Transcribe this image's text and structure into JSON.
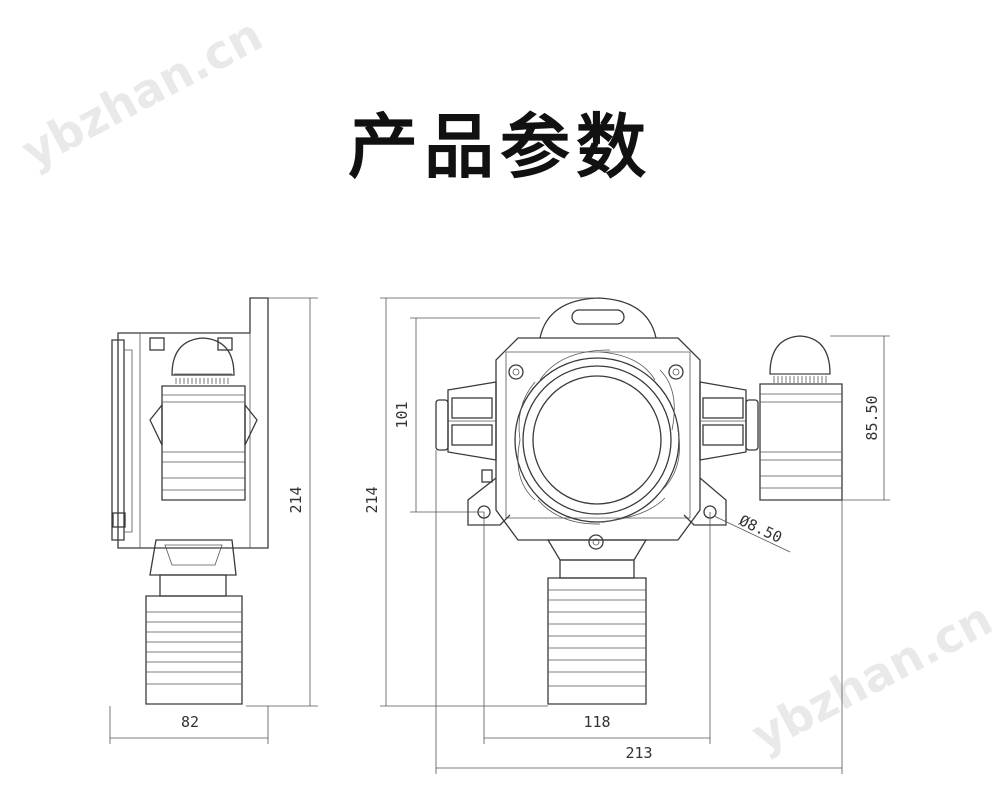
{
  "title": "产品参数",
  "watermark": "ybzhan.cn",
  "dimensions": {
    "side_width": "82",
    "side_height": "214",
    "front_height": "214",
    "front_upper": "101",
    "front_holes": "118",
    "front_width": "213",
    "sensor_height": "85.50",
    "hole_diameter": "Ø8.50"
  }
}
